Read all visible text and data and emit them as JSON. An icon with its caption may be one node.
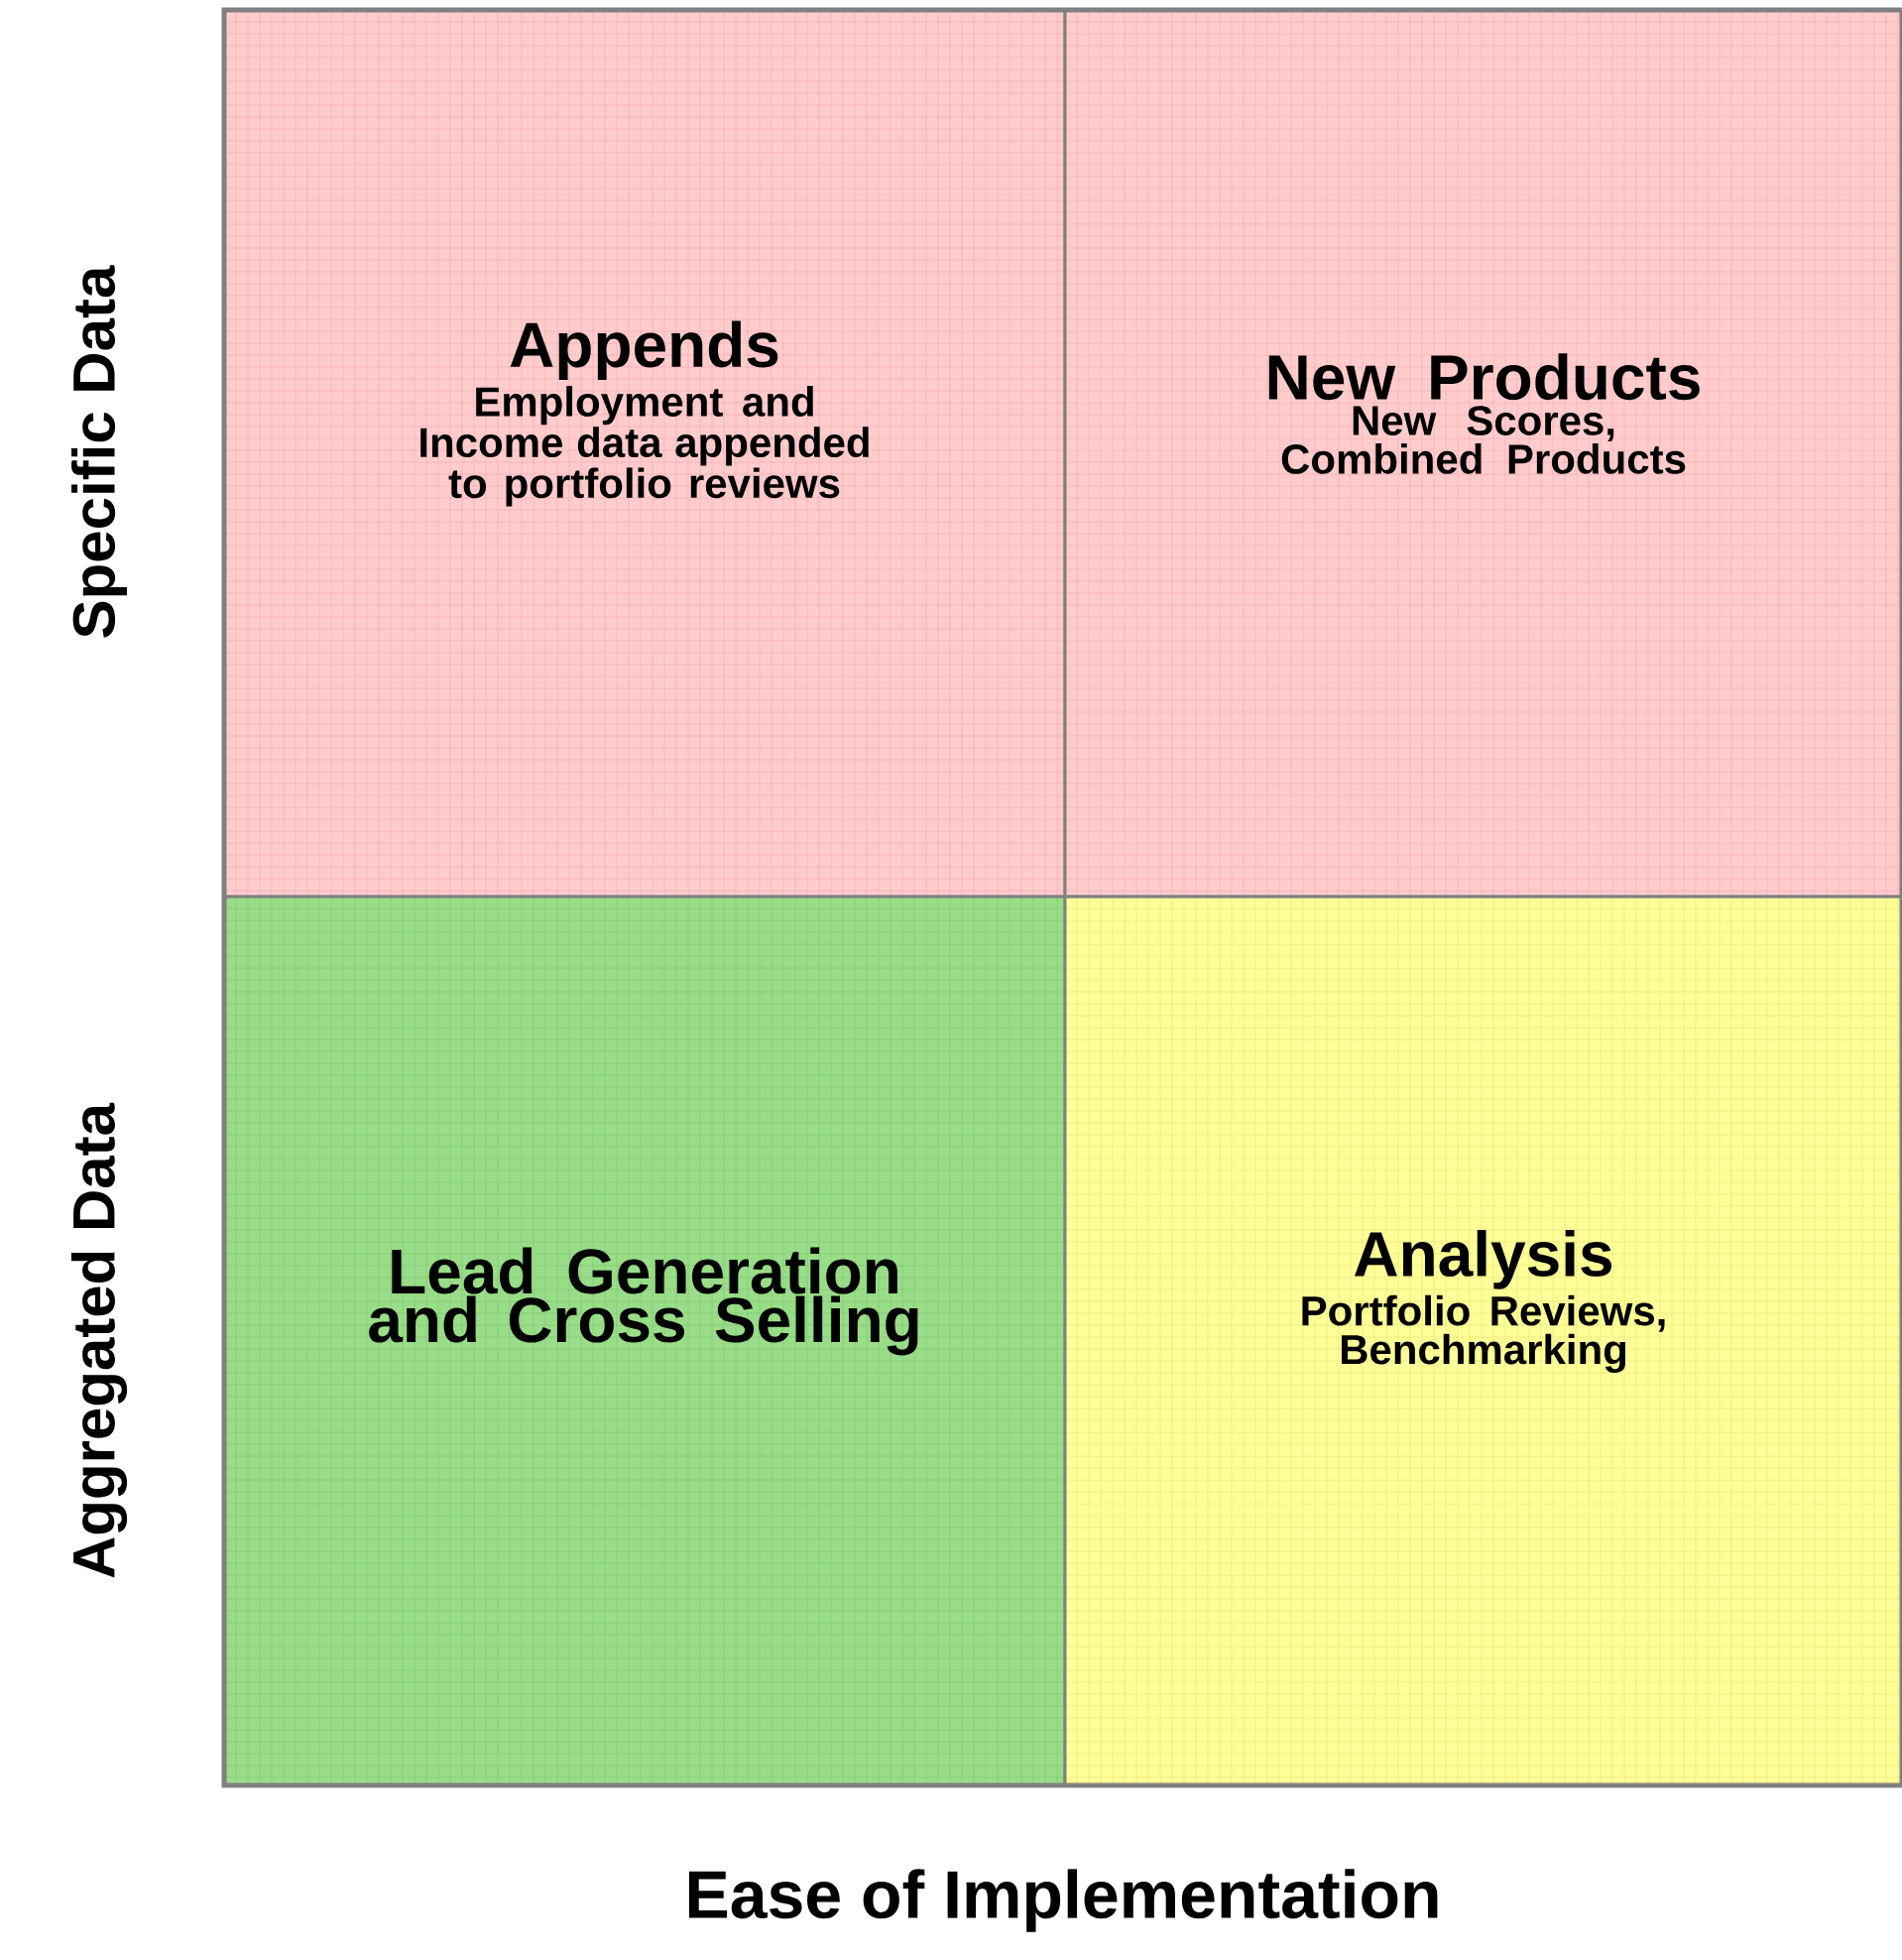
{
  "diagram": {
    "nodes": [
      {
        "text": [
          "Appends",
          "Employment and Income data appended to portfolio reviews"
        ]
      },
      {
        "text": [
          "New Products",
          "New Scores, Combined Products"
        ]
      },
      {
        "text": [
          "Lead Generation and Cross Selling"
        ]
      },
      {
        "text": [
          "Analysis",
          "Portfolio Reviews, Benchmarking"
        ]
      }
    ],
    "edges": [],
    "labels": [
      "Specific Data",
      "Aggregated Data",
      "Ease of Implementation"
    ]
  }
}
